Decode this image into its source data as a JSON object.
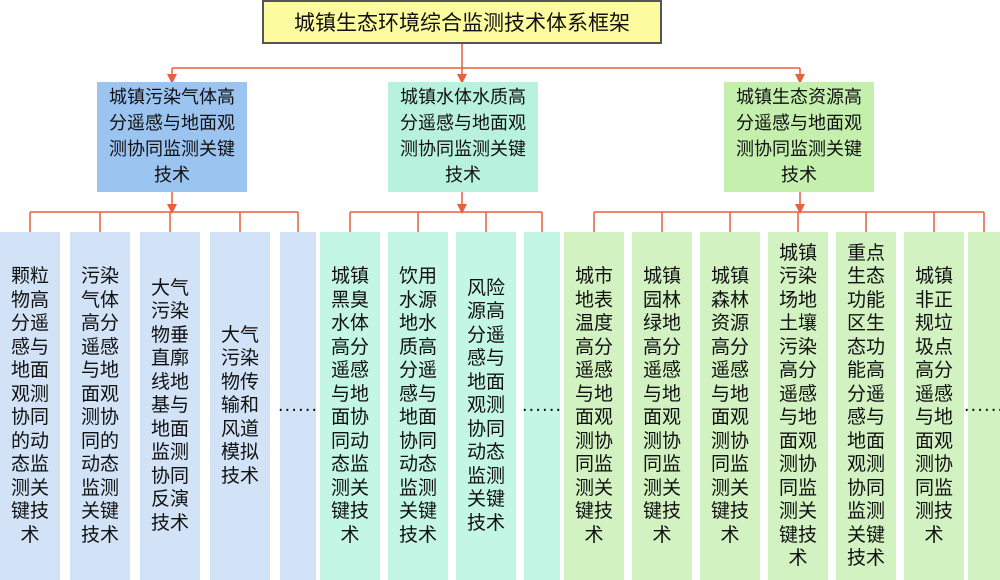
{
  "title": "城镇生态环境综合监测技术体系框架",
  "categories": [
    {
      "label": "城镇污染气体高分遥感与地面观测协同监测关键技术",
      "leaves": [
        "颗粒物高分遥感与地面观测协同的动态监测关键技术",
        "污染气体高分遥感与地面观测协同的动态监测关键技术",
        "大气污染物垂直廓线地基与地面监测协同反演技术",
        "大气污染物传输和风道模拟技术",
        "......"
      ]
    },
    {
      "label": "城镇水体水质高分遥感与地面观测协同监测关键技术",
      "leaves": [
        "城镇黑臭水体高分遥感与地面协同动态监测关键技术",
        "饮用水源地水质高分遥感与地面协同动态监测关键技术",
        "风险源高分遥感与地面观测协同动态监测关键技术",
        "......"
      ]
    },
    {
      "label": "城镇生态资源高分遥感与地面观测协同监测关键技术",
      "leaves": [
        "城市地表温度高分遥感与地面观测协同监测关键技术",
        "城镇园林绿地高分遥感与地面观测协同监测关键技术",
        "城镇森林资源高分遥感与地面观测协同监测关键技术",
        "城镇污染场地土壤污染高分遥感与地面观测协同监测关键技术",
        "重点生态功能区生态功能高分遥感与地面观测协同监测关键技术",
        "城镇非正规垃圾点高分遥感与地面观测协同监测技术",
        "......"
      ]
    }
  ],
  "colors": {
    "line": "#e8603c",
    "root_fill": "#fdfba0",
    "cat1_fill": "#9cc4f1",
    "cat2_fill": "#b8f2de",
    "cat3_fill": "#c4efad"
  }
}
